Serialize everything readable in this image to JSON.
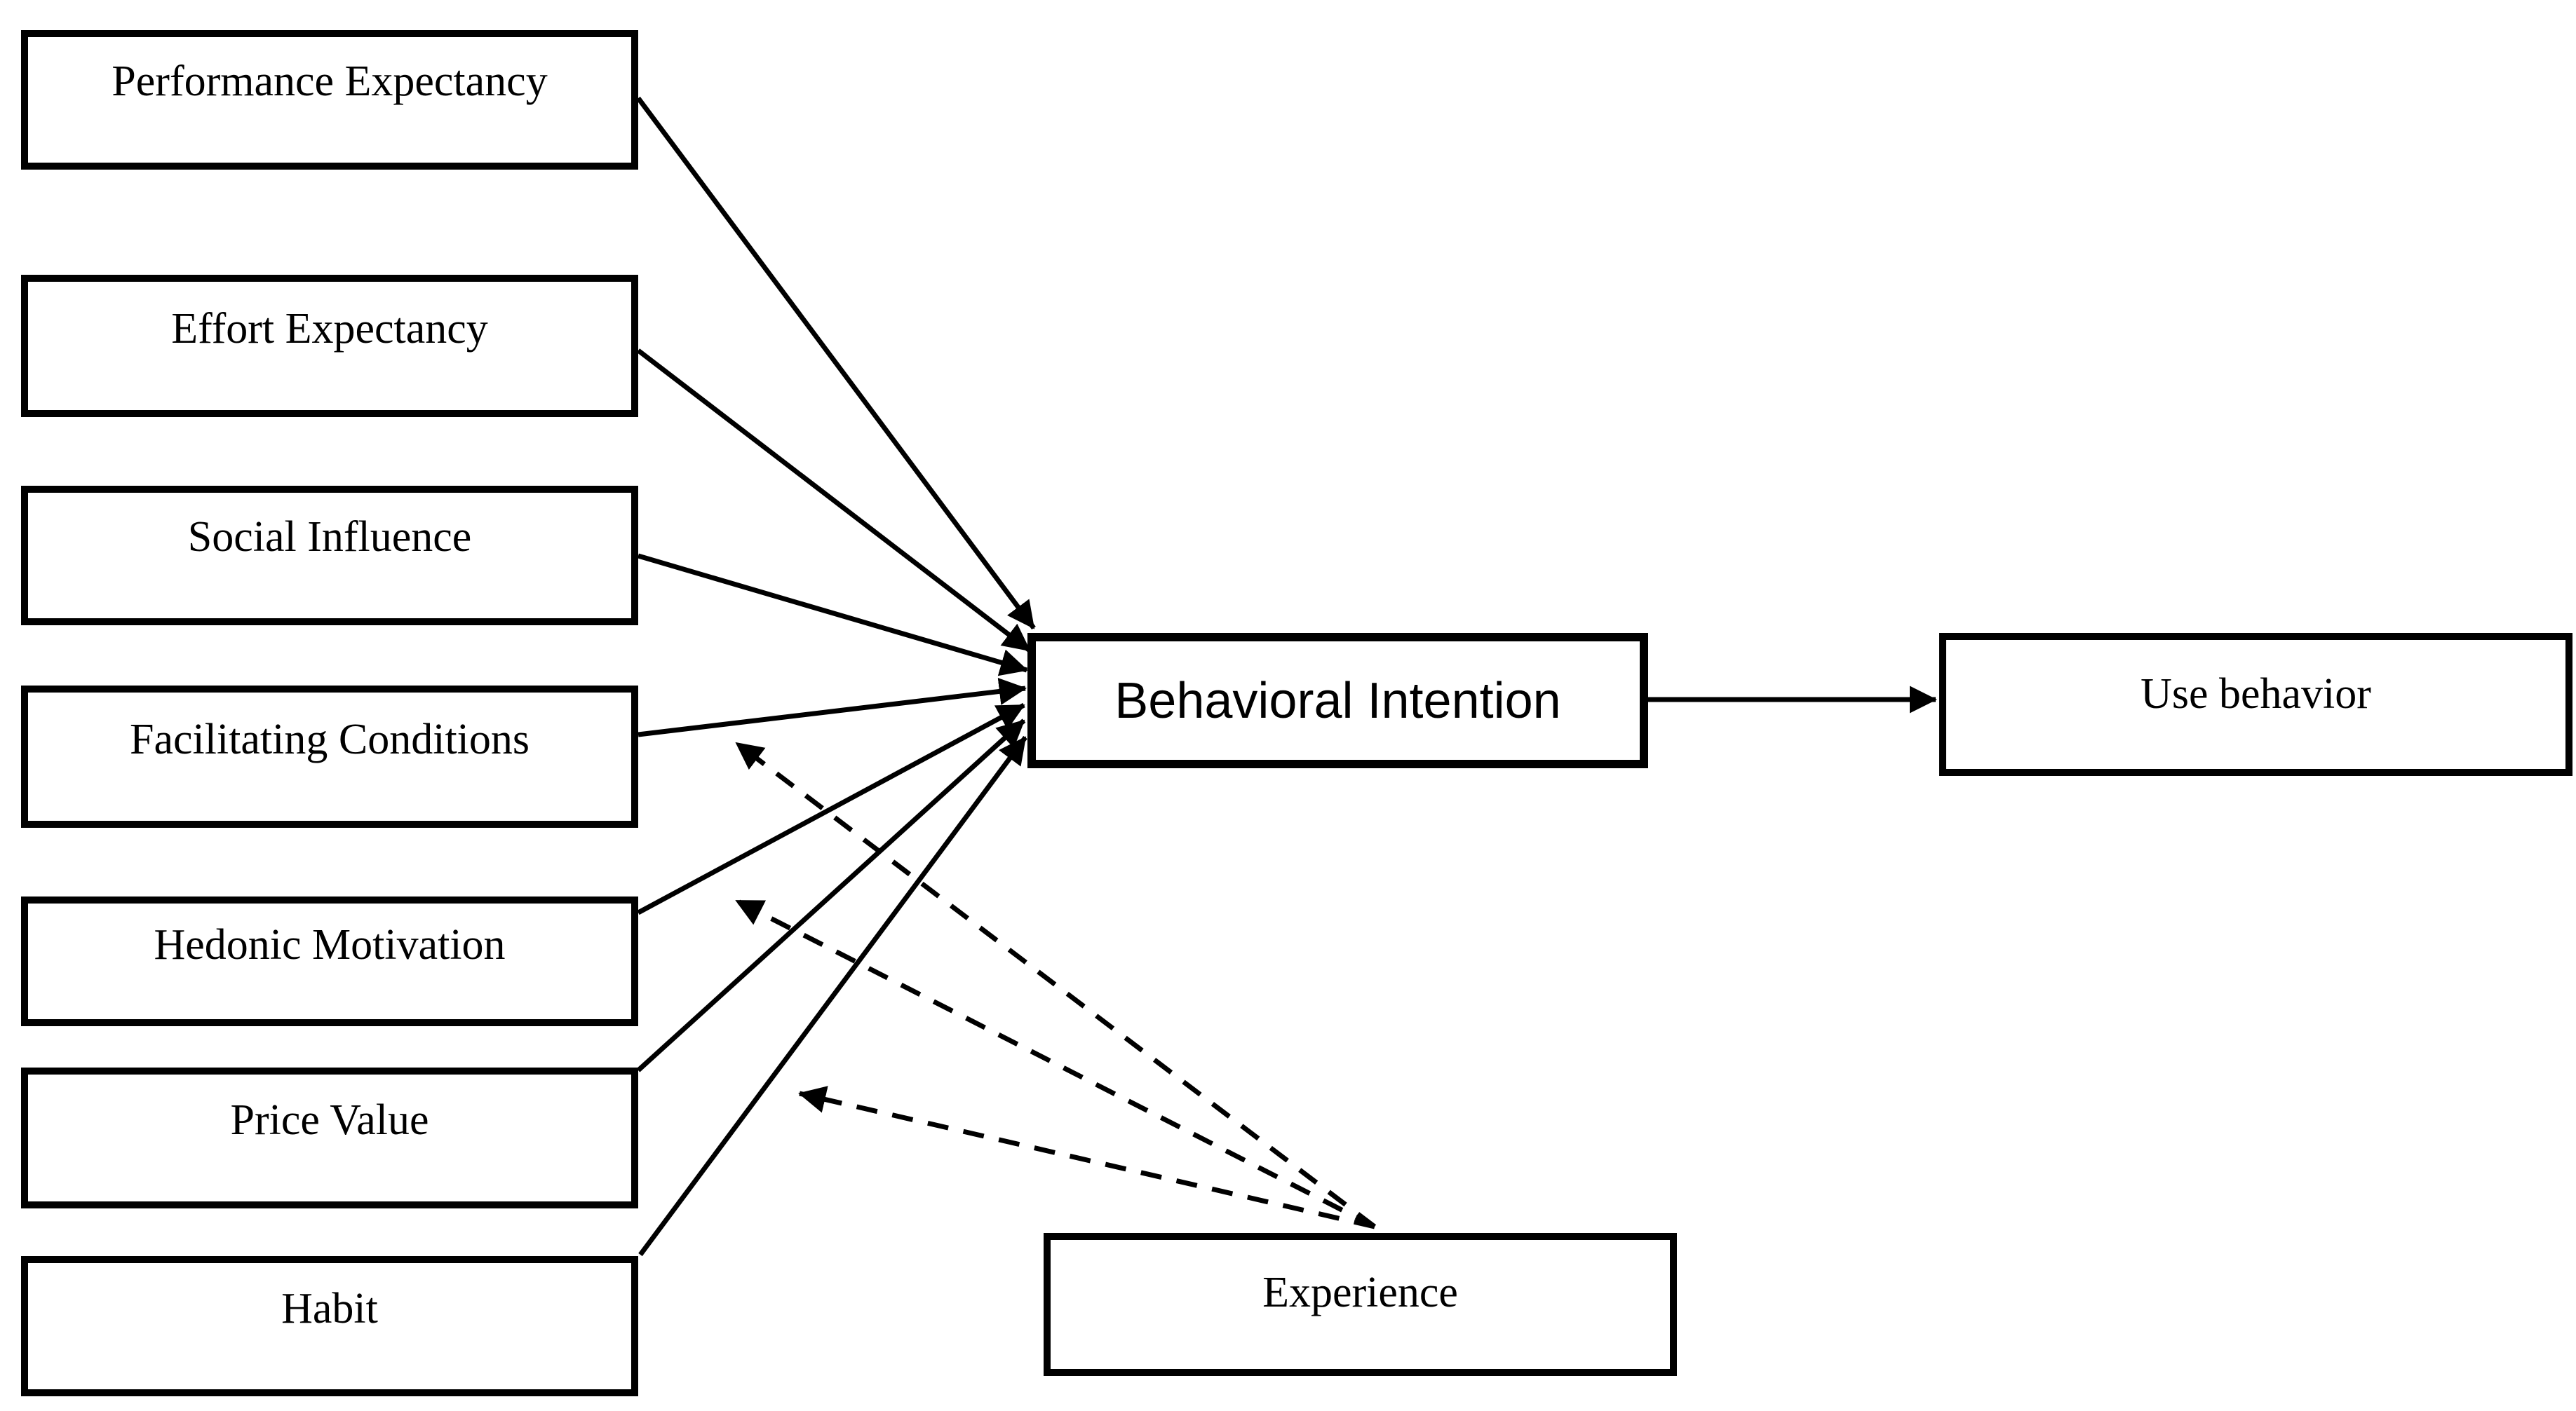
{
  "diagram": {
    "background_color": "#ffffff",
    "line_color": "#000000",
    "boxes": {
      "performance_expectancy": {
        "label": "Performance Expectancy"
      },
      "effort_expectancy": {
        "label": "Effort Expectancy"
      },
      "social_influence": {
        "label": "Social Influence"
      },
      "facilitating_conditions": {
        "label": "Facilitating Conditions"
      },
      "hedonic_motivation": {
        "label": "Hedonic Motivation"
      },
      "price_value": {
        "label": "Price Value"
      },
      "habit": {
        "label": "Habit"
      },
      "behavioral_intention": {
        "label": "Behavioral Intention"
      },
      "use_behavior": {
        "label": "Use behavior"
      },
      "experience": {
        "label": "Experience"
      }
    },
    "edges": [
      {
        "from": "Performance Expectancy",
        "to": "Behavioral Intention",
        "style": "solid"
      },
      {
        "from": "Effort Expectancy",
        "to": "Behavioral Intention",
        "style": "solid"
      },
      {
        "from": "Social Influence",
        "to": "Behavioral Intention",
        "style": "solid"
      },
      {
        "from": "Facilitating Conditions",
        "to": "Behavioral Intention",
        "style": "solid"
      },
      {
        "from": "Hedonic Motivation",
        "to": "Behavioral Intention",
        "style": "solid"
      },
      {
        "from": "Price Value",
        "to": "Behavioral Intention",
        "style": "solid"
      },
      {
        "from": "Habit",
        "to": "Behavioral Intention",
        "style": "solid"
      },
      {
        "from": "Behavioral Intention",
        "to": "Use behavior",
        "style": "solid"
      },
      {
        "from": "Experience",
        "to": "Facilitating Conditions - Behavioral Intention link",
        "style": "dashed"
      },
      {
        "from": "Experience",
        "to": "Hedonic Motivation - Behavioral Intention link",
        "style": "dashed"
      },
      {
        "from": "Experience",
        "to": "Habit - Behavioral Intention link",
        "style": "dashed"
      }
    ]
  }
}
